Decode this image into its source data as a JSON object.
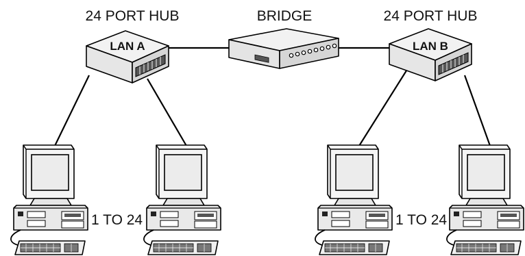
{
  "diagram": {
    "hub_a": {
      "caption": "24 PORT HUB",
      "name": "LAN A"
    },
    "bridge": {
      "caption": "BRIDGE"
    },
    "hub_b": {
      "caption": "24 PORT HUB",
      "name": "LAN B"
    },
    "range_a": "1 TO 24",
    "range_b": "1 TO 24"
  },
  "colors": {
    "line": "#000000",
    "panel": "#d9d9d9",
    "screen": "#ececec",
    "ports": "#555555"
  }
}
